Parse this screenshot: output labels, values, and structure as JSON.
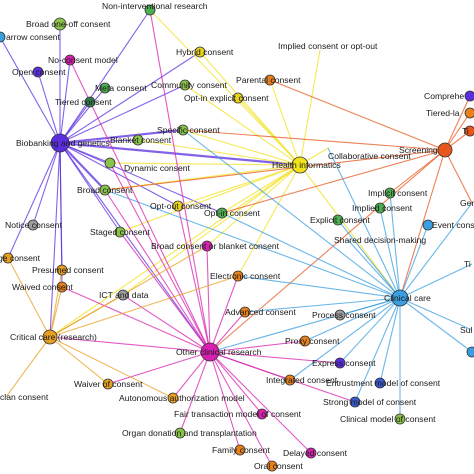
{
  "network": {
    "nodes": [
      {
        "id": "biobanking",
        "label": "Biobanking and genetics",
        "color": "#5b2ee0",
        "hub": true
      },
      {
        "id": "health_informatics",
        "label": "Health informatics",
        "color": "#f2e21c",
        "hub": true
      },
      {
        "id": "clinical_care",
        "label": "Clinical care",
        "color": "#3a9fe0",
        "hub": true
      },
      {
        "id": "other_clinical",
        "label": "Other clinical research",
        "color": "#d820b0",
        "hub": true
      },
      {
        "id": "screening",
        "label": "Screening",
        "color": "#e8561c",
        "hub": true
      },
      {
        "id": "critical_care",
        "label": "Critical care (research)",
        "color": "#e8a020",
        "hub": true
      },
      {
        "id": "non_interventional",
        "label": "Non-interventional research",
        "color": "#4caf50",
        "hub": false
      },
      {
        "id": "broad_one_off",
        "label": "Broad one-off consent",
        "color": "#8bc34a",
        "hub": false
      },
      {
        "id": "narrow",
        "label": "arrow consent",
        "color": "#3a9fe0",
        "hub": false
      },
      {
        "id": "no_consent_model",
        "label": "No-consent model",
        "color": "#d820b0",
        "hub": false
      },
      {
        "id": "open_consent",
        "label": "Open consent",
        "color": "#5b2ee0",
        "hub": false
      },
      {
        "id": "tiered",
        "label": "Tiered consent",
        "color": "#2e7d4a",
        "hub": false
      },
      {
        "id": "meta",
        "label": "Meta consent",
        "color": "#4caf50",
        "hub": false
      },
      {
        "id": "hybrid",
        "label": "Hybrid consent",
        "color": "#e8d21c",
        "hub": false
      },
      {
        "id": "community",
        "label": "Community consent",
        "color": "#8bc34a",
        "hub": false
      },
      {
        "id": "parental",
        "label": "Parental consent",
        "color": "#e8801c",
        "hub": false
      },
      {
        "id": "implied_or_optout",
        "label": "Implied consent or opt-out",
        "color": "#f2e21c",
        "hub": false
      },
      {
        "id": "optin_explicit",
        "label": "Opt-in explicit consent",
        "color": "#e8d21c",
        "hub": false
      },
      {
        "id": "specific",
        "label": "Specific consent",
        "color": "#8bc34a",
        "hub": false
      },
      {
        "id": "blanket",
        "label": "Blanket consent",
        "color": "#8bc34a",
        "hub": false
      },
      {
        "id": "dynamic",
        "label": "Dynamic consent",
        "color": "#8bc34a",
        "hub": false
      },
      {
        "id": "collaborative",
        "label": "Collaborative consent",
        "color": "#e8801c",
        "hub": false
      },
      {
        "id": "comprehensive",
        "label": "Comprehe",
        "color": "#5b2ee0",
        "hub": false
      },
      {
        "id": "tiered_la",
        "label": "Tiered-la",
        "color": "#e8801c",
        "hub": false
      },
      {
        "id": "ti_right",
        "label": "Ti",
        "color": "#e8561c",
        "hub": false
      },
      {
        "id": "broad",
        "label": "Broad consent",
        "color": "#8bc34a",
        "hub": false
      },
      {
        "id": "optout_consent",
        "label": "Opt-out consent",
        "color": "#e8d21c",
        "hub": false
      },
      {
        "id": "optin",
        "label": "Opt-in consent",
        "color": "#4caf50",
        "hub": false
      },
      {
        "id": "implicit",
        "label": "Implicit consent",
        "color": "#4caf50",
        "hub": false
      },
      {
        "id": "implied",
        "label": "Implied consent",
        "color": "#4caf50",
        "hub": false
      },
      {
        "id": "explicit",
        "label": "Explicit consent",
        "color": "#4caf50",
        "hub": false
      },
      {
        "id": "event",
        "label": "Event consent",
        "color": "#3a9fe0",
        "hub": false
      },
      {
        "id": "gen_right",
        "label": "Gen",
        "color": "#3a9fe0",
        "hub": false
      },
      {
        "id": "shared_decision",
        "label": "Shared decision-making",
        "color": "#3a9fe0",
        "hub": false
      },
      {
        "id": "notice",
        "label": "Notice consent",
        "color": "#9e9e9e",
        "hub": false
      },
      {
        "id": "staged",
        "label": "Staged consent",
        "color": "#8bc34a",
        "hub": false
      },
      {
        "id": "broad_or_blanket",
        "label": "Broad consent or blanket consent",
        "color": "#d820b0",
        "hub": false
      },
      {
        "id": "ge_consent",
        "label": "ge consent",
        "color": "#e8a020",
        "hub": false
      },
      {
        "id": "presumed",
        "label": "Presumed consent",
        "color": "#e8a020",
        "hub": false
      },
      {
        "id": "waived",
        "label": "Waived consent",
        "color": "#e8801c",
        "hub": false
      },
      {
        "id": "electronic",
        "label": "Electronic consent",
        "color": "#e8801c",
        "hub": false
      },
      {
        "id": "ict_data",
        "label": "ICT and data",
        "color": "#9e9e9e",
        "hub": false
      },
      {
        "id": "advanced",
        "label": "Advanced consent",
        "color": "#e8801c",
        "hub": false
      },
      {
        "id": "process",
        "label": "Process consent",
        "color": "#9e9e9e",
        "hub": false
      },
      {
        "id": "ti_right2",
        "label": "Ti",
        "color": "#3a9fe0",
        "hub": false
      },
      {
        "id": "sul_right",
        "label": "Sul",
        "color": "#3a9fe0",
        "hub": false
      },
      {
        "id": "proxy",
        "label": "Proxy consent",
        "color": "#e8801c",
        "hub": false
      },
      {
        "id": "express",
        "label": "Express consent",
        "color": "#5b2ee0",
        "hub": false
      },
      {
        "id": "right_edge",
        "label": "",
        "color": "#3a9fe0",
        "hub": false
      },
      {
        "id": "waiver_of",
        "label": "Waiver of consent",
        "color": "#e8a020",
        "hub": false
      },
      {
        "id": "autonomous_auth",
        "label": "Autonomous authorization model",
        "color": "#e8a020",
        "hub": false
      },
      {
        "id": "integrated",
        "label": "Integrated consent",
        "color": "#e8801c",
        "hub": false
      },
      {
        "id": "entrustment",
        "label": "Entrustment model of consent",
        "color": "#3a5bd0",
        "hub": false
      },
      {
        "id": "strong_model",
        "label": "Strong model of consent",
        "color": "#3a5bd0",
        "hub": false
      },
      {
        "id": "fair_transaction",
        "label": "Fair transaction model of consent",
        "color": "#d820b0",
        "hub": false
      },
      {
        "id": "clinical_model",
        "label": "Clinical model of consent",
        "color": "#8bc34a",
        "hub": false
      },
      {
        "id": "organ_donation",
        "label": "Organ donation and transplantation",
        "color": "#8bc34a",
        "hub": false
      },
      {
        "id": "family",
        "label": "Family consent",
        "color": "#e8801c",
        "hub": false
      },
      {
        "id": "delayed",
        "label": "Delayed consent",
        "color": "#d820b0",
        "hub": false
      },
      {
        "id": "oral",
        "label": "Oral consent",
        "color": "#e8801c",
        "hub": false
      },
      {
        "id": "clan_consent",
        "label": "clan consent",
        "color": "#e8a020",
        "hub": false
      }
    ]
  }
}
